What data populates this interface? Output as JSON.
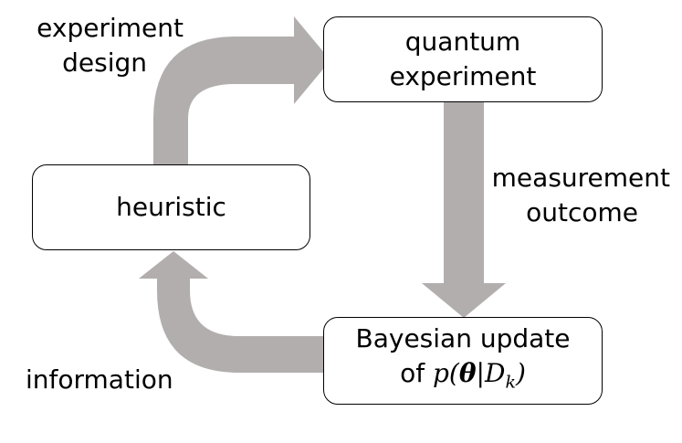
{
  "colors": {
    "arrow": "#b3aeae",
    "border": "#000000",
    "background": "#ffffff"
  },
  "nodes": {
    "quantum_experiment": {
      "line1": "quantum",
      "line2": "experiment"
    },
    "heuristic": {
      "label": "heuristic"
    },
    "bayesian_update": {
      "line1": "Bayesian update",
      "prefix": "of",
      "math_p": "p(",
      "math_theta": "θ",
      "math_rest": "|D",
      "math_sub": "k",
      "math_close": ")"
    }
  },
  "edges": {
    "experiment_design": {
      "line1": "experiment",
      "line2": "design"
    },
    "measurement_outcome": {
      "line1": "measurement",
      "line2": "outcome"
    },
    "information": {
      "label": "information"
    }
  }
}
